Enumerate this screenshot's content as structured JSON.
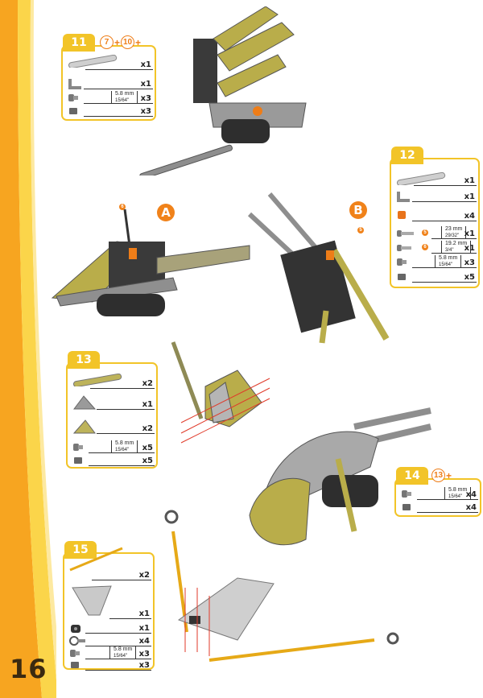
{
  "page": {
    "number": "16"
  },
  "colors": {
    "accent": "#f2c428",
    "orange": "#ee7d18",
    "stripe": "#f7b731"
  },
  "steps": {
    "s11": {
      "number": "11",
      "prereq": [
        "7",
        "10"
      ],
      "rows": [
        {
          "part": "strip-icon",
          "qty": "x1"
        },
        {
          "part": "angle-bracket-icon",
          "qty": "x1"
        },
        {
          "part": "screw-icon",
          "qty": "x3",
          "dim": "5.8 mm",
          "frac": "15/64\""
        },
        {
          "part": "nut-icon",
          "qty": "x3"
        }
      ]
    },
    "s12": {
      "number": "12",
      "rows": [
        {
          "part": "strip-icon",
          "qty": "x1"
        },
        {
          "part": "angle-bracket-icon",
          "qty": "x1"
        },
        {
          "part": "spacer-icon",
          "qty": "x4"
        },
        {
          "part": "long-bolt-icon",
          "qty": "x1",
          "badge": "5",
          "dim": "23 mm",
          "frac": "29/32\""
        },
        {
          "part": "bolt-icon",
          "qty": "x1",
          "badge": "6",
          "dim": "19.2 mm",
          "frac": "3/4\""
        },
        {
          "part": "screw-icon",
          "qty": "x3",
          "dim": "5.8 mm",
          "frac": "15/64\""
        },
        {
          "part": "nut-icon",
          "qty": "x5"
        }
      ]
    },
    "s13": {
      "number": "13",
      "rows": [
        {
          "part": "strip-icon",
          "qty": "x2"
        },
        {
          "part": "triangle-plate-icon",
          "qty": "x1"
        },
        {
          "part": "triangle-plate-icon",
          "qty": "x2"
        },
        {
          "part": "screw-icon",
          "qty": "x5",
          "dim": "5.8 mm",
          "frac": "15/64\""
        },
        {
          "part": "nut-icon",
          "qty": "x5"
        }
      ]
    },
    "s14": {
      "number": "14",
      "prereq": [
        "13"
      ],
      "rows": [
        {
          "part": "screw-icon",
          "qty": "x4",
          "dim": "5.8 mm",
          "frac": "15/64\""
        },
        {
          "part": "nut-icon",
          "qty": "x4"
        }
      ]
    },
    "s15": {
      "number": "15",
      "rows": [
        {
          "part": "rod-icon",
          "qty": "x2"
        },
        {
          "part": "flexible-plate-icon",
          "qty": "x1"
        },
        {
          "part": "hinge-icon",
          "qty": "x1"
        },
        {
          "part": "swivel-icon",
          "qty": "x4"
        },
        {
          "part": "screw-icon",
          "qty": "x3",
          "dim": "5.8 mm",
          "frac": "15/64\""
        },
        {
          "part": "nut-icon",
          "qty": "x3"
        }
      ]
    }
  },
  "callouts": {
    "a": "A",
    "b": "B",
    "a_dot": "6",
    "b_dot": "5"
  }
}
